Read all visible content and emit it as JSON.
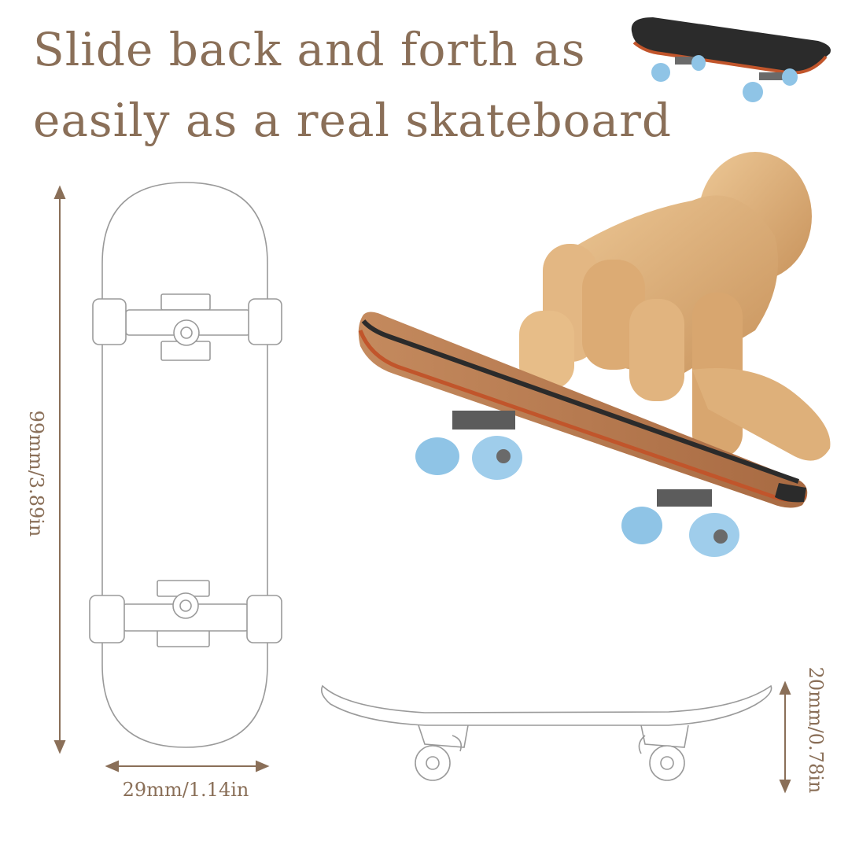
{
  "headline": {
    "line1": "Slide back and forth as",
    "line2": "easily as a real skateboard"
  },
  "dimensions": {
    "length": "99mm/3.89in",
    "width": "29mm/1.14in",
    "height": "20mm/0.78in"
  },
  "colors": {
    "text": "#8a6f58",
    "outline": "#9a9a9a",
    "wheel": "#8fc4e6",
    "deck_wood": "#c58a5c",
    "wood_hand": "#ddb27d",
    "griptape": "#2b2b2b"
  }
}
